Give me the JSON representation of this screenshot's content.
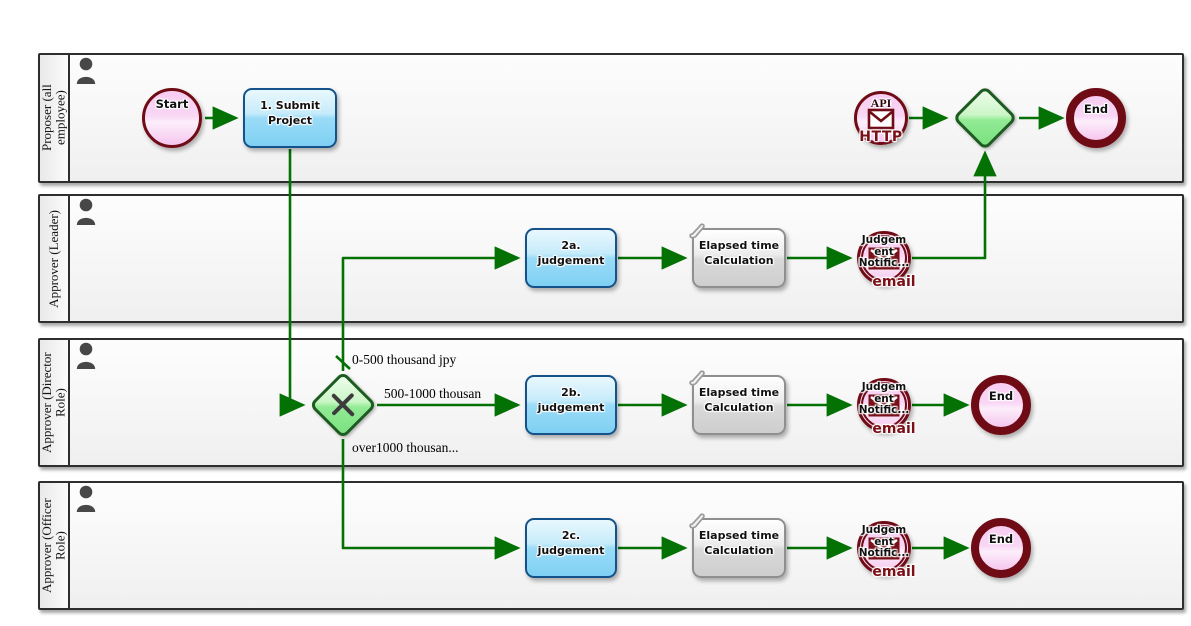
{
  "diagram": {
    "lanes": [
      {
        "label": "Proposer (all employee)",
        "nodes": {
          "start": {
            "label": "Start"
          },
          "submit": {
            "label": "1. Submit Project"
          },
          "api": {
            "label": "API",
            "protocol": "HTTP"
          },
          "end": {
            "label": "End"
          }
        }
      },
      {
        "label": "Approver (Leader)",
        "nodes": {
          "judgement": {
            "label": "2a. judgement"
          },
          "elapsed": {
            "label": "Elapsed time Calculation"
          },
          "notify": {
            "line1": "Judgem",
            "line2": "ent",
            "line3": "Notific...",
            "badge": "email"
          }
        }
      },
      {
        "label": "Approver (Director Role)",
        "nodes": {
          "judgement": {
            "label": "2b. judgement"
          },
          "elapsed": {
            "label": "Elapsed time Calculation"
          },
          "notify": {
            "line1": "Judgem",
            "line2": "ent",
            "line3": "Notific...",
            "badge": "email"
          },
          "end": {
            "label": "End"
          }
        }
      },
      {
        "label": "Approver (Officer Role)",
        "nodes": {
          "judgement": {
            "label": "2c. judgement"
          },
          "elapsed": {
            "label": "Elapsed time Calculation"
          },
          "notify": {
            "line1": "Judgem",
            "line2": "ent",
            "line3": "Notific...",
            "badge": "email"
          },
          "end": {
            "label": "End"
          }
        }
      }
    ],
    "edge_labels": {
      "to_leader": "0-500 thousand jpy",
      "to_director": "500-1000 thousan",
      "to_officer": "over1000 thousan..."
    },
    "colors": {
      "flow": "#047104",
      "event_border": "#6e0b14",
      "task_border": "#15528a",
      "gateway_border": "#1d5c20",
      "email_text": "#7a1017"
    }
  }
}
